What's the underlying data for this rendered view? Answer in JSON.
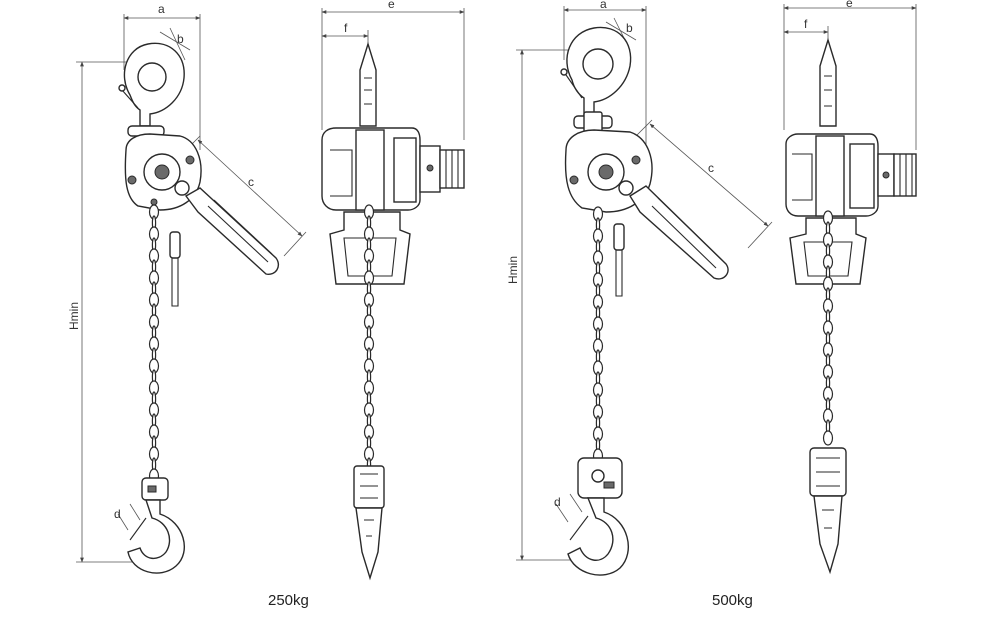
{
  "dimension_labels": {
    "a": "a",
    "b": "b",
    "c": "c",
    "d": "d",
    "e": "e",
    "f": "f",
    "hmin": "Hmin"
  },
  "variants": [
    {
      "capacity": "250kg"
    },
    {
      "capacity": "500kg"
    }
  ],
  "colors": {
    "line": "#2a2a2a",
    "dimension": "#555555",
    "shade": "#6a6a6a"
  }
}
